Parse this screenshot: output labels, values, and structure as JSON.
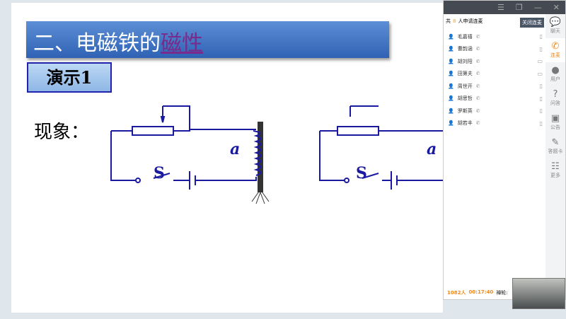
{
  "slide": {
    "title_prefix": "二、电磁铁的",
    "title_highlight": "磁性",
    "demo_label": "演示1",
    "phenomenon_label": "现象：",
    "switch_label": "S",
    "coil_label": "a"
  },
  "panel": {
    "head_prefix": "共",
    "head_count": "8",
    "head_suffix": "人申请连麦",
    "close_button": "关闭连麦",
    "users": [
      "毛嘉禧",
      "曹韵涵",
      "胡刘阳",
      "田第夫",
      "周世开",
      "胡思哲",
      "罗斯英",
      "胡若丰"
    ],
    "sidebar": [
      {
        "icon": "chat-icon",
        "label": "聊天"
      },
      {
        "icon": "phone-icon",
        "label": "连麦"
      },
      {
        "icon": "user-icon",
        "label": "用户"
      },
      {
        "icon": "question-icon",
        "label": "问答"
      },
      {
        "icon": "notice-icon",
        "label": "公告"
      },
      {
        "icon": "answer-card-icon",
        "label": "答题卡"
      },
      {
        "icon": "more-icon",
        "label": "更多"
      }
    ],
    "footer": {
      "count": "1082人",
      "time": "00:17:40",
      "extra": "禅轮:"
    }
  },
  "colors": {
    "accent": "#f08a1c",
    "wire": "#1a1aa0"
  }
}
